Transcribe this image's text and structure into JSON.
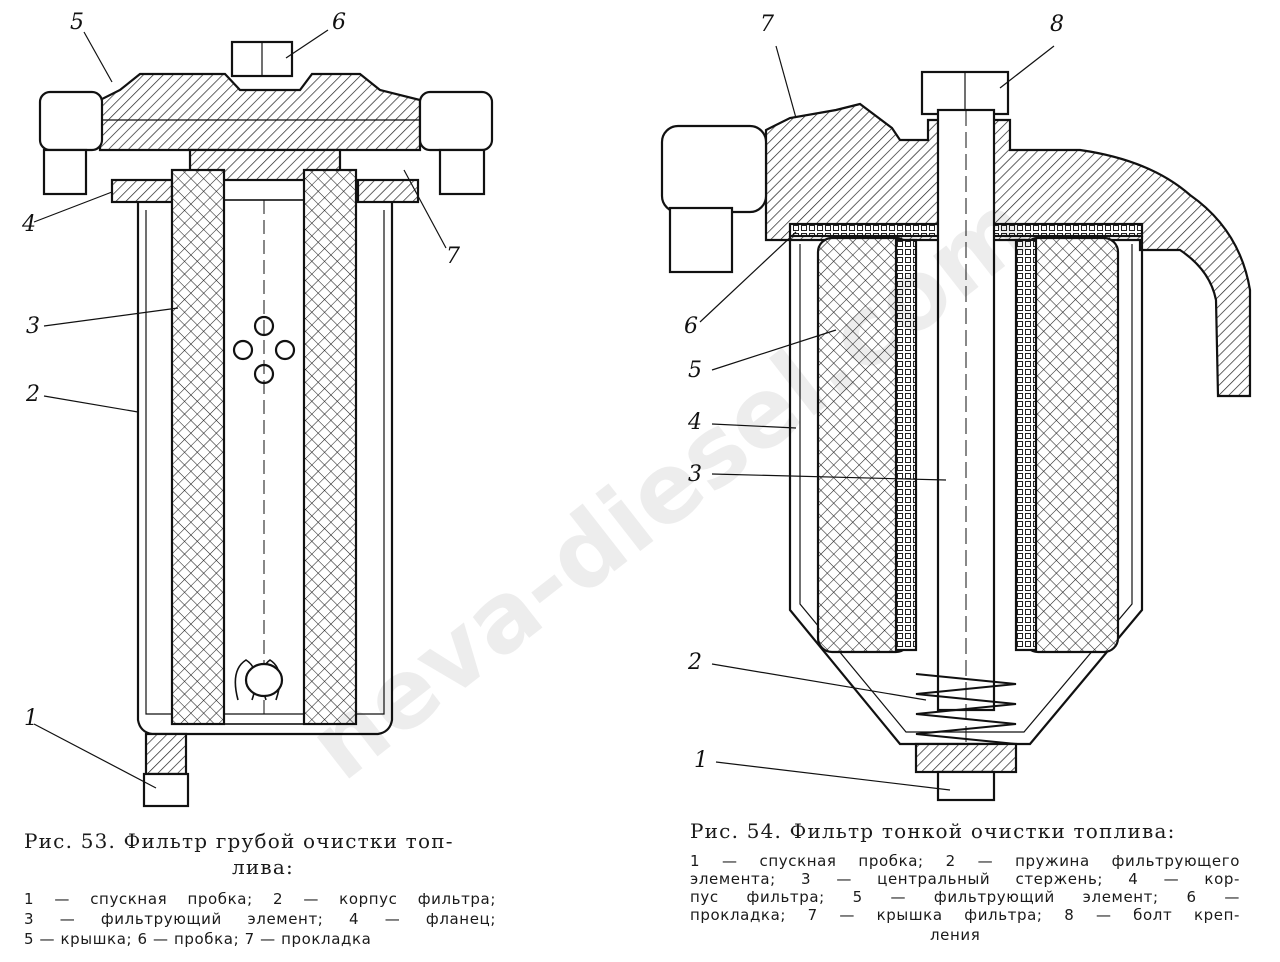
{
  "figure53": {
    "callouts": {
      "c5": "5",
      "c6": "6",
      "c4": "4",
      "c7": "7",
      "c3": "3",
      "c2": "2",
      "c1": "1"
    },
    "caption_line1": "Рис. 53. Фильтр грубой очистки топ-",
    "caption_line2": "лива:",
    "legend": [
      "1 — спускная пробка; 2 — корпус фильтра;",
      "3 — фильтрующий элемент; 4 — фланец;",
      "5 — крышка; 6 — пробка; 7 — прокладка"
    ]
  },
  "figure54": {
    "callouts": {
      "c7": "7",
      "c8": "8",
      "c6": "6",
      "c5": "5",
      "c4": "4",
      "c3": "3",
      "c2": "2",
      "c1": "1"
    },
    "caption_line1": "Рис. 54. Фильтр тонкой очистки топлива:",
    "legend": [
      "1 — спускная пробка; 2 — пружина фильтрующего",
      "элемента; 3 — центральный стержень; 4 — кор-",
      "пус фильтра; 5 — фильтрующий элемент; 6 —",
      "прокладка; 7 — крышка фильтра; 8 — болт креп-",
      "ления"
    ]
  },
  "watermark": "neva-diesel.com"
}
